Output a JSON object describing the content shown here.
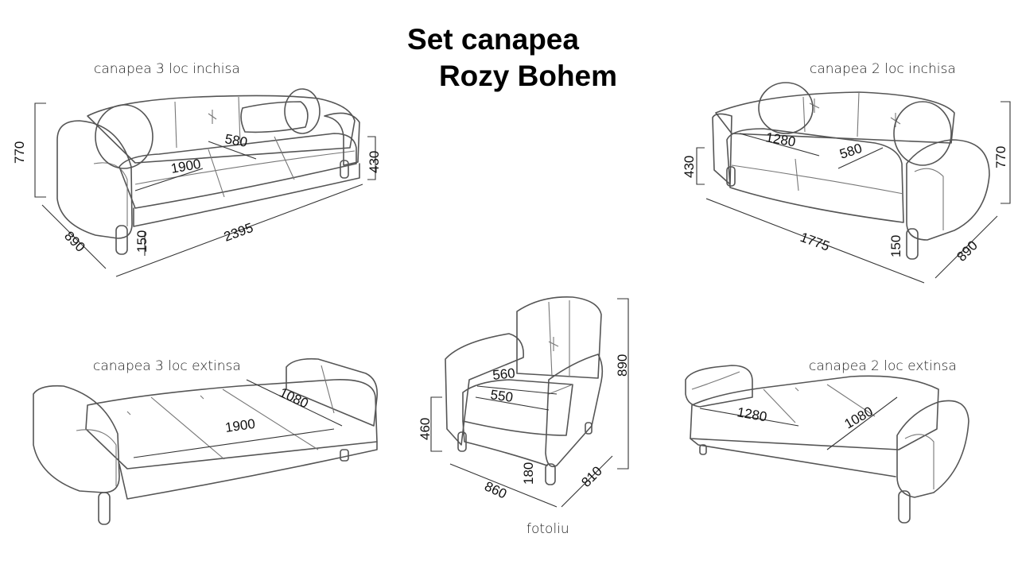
{
  "title": {
    "line1": "Set canapea",
    "line2": "Rozy Bohem"
  },
  "labels": {
    "sofa3_closed": "canapea 3 loc inchisa",
    "sofa2_closed": "canapea 2 loc inchisa",
    "sofa3_extended": "canapea 3 loc extinsa",
    "sofa2_extended": "canapea 2 loc extinsa",
    "armchair": "fotoliu"
  },
  "dimensions": {
    "sofa3_closed": {
      "height": "770",
      "depth": "890",
      "length": "2395",
      "seat_width": "1900",
      "seat_depth": "580",
      "seat_height": "430",
      "leg": "150"
    },
    "sofa2_closed": {
      "height": "770",
      "depth": "890",
      "length": "1775",
      "seat_width": "1280",
      "seat_depth": "580",
      "seat_height": "430",
      "leg": "150"
    },
    "sofa3_extended": {
      "bed_width": "1900",
      "bed_depth": "1080"
    },
    "sofa2_extended": {
      "bed_width": "1280",
      "bed_depth": "1080"
    },
    "armchair": {
      "height": "890",
      "seat_height": "460",
      "width": "860",
      "depth": "810",
      "seat_depth": "560",
      "seat_width": "550",
      "leg": "180"
    }
  }
}
